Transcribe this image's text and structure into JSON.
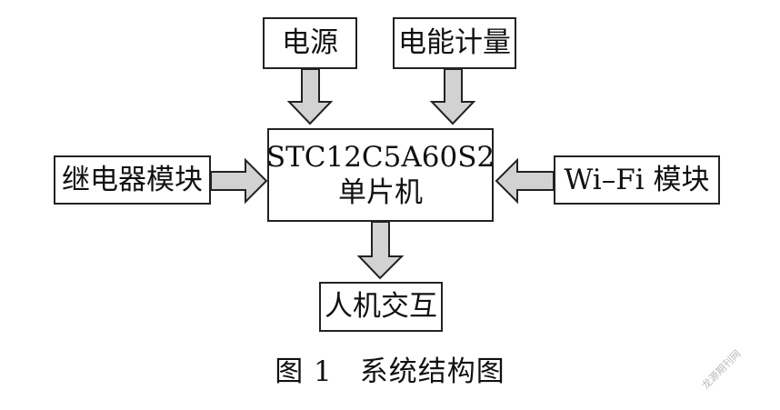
{
  "diagram": {
    "nodes": {
      "power": "电源",
      "meter": "电能计量",
      "mcu_line1": "STC12C5A60S2",
      "mcu_line2": "单片机",
      "relay": "继电器模块",
      "wifi": "Wi–Fi 模块",
      "hmi": "人机交互"
    },
    "edges": [
      {
        "from": "power",
        "to": "mcu"
      },
      {
        "from": "meter",
        "to": "mcu"
      },
      {
        "from": "relay",
        "to": "mcu"
      },
      {
        "from": "wifi",
        "to": "mcu"
      },
      {
        "from": "mcu",
        "to": "hmi"
      }
    ],
    "arrow_fill": "#d2d2d2",
    "arrow_stroke": "#222222"
  },
  "caption": {
    "figure_no": "图 1",
    "title": "系统结构图"
  },
  "watermark": "龙源期刊网"
}
